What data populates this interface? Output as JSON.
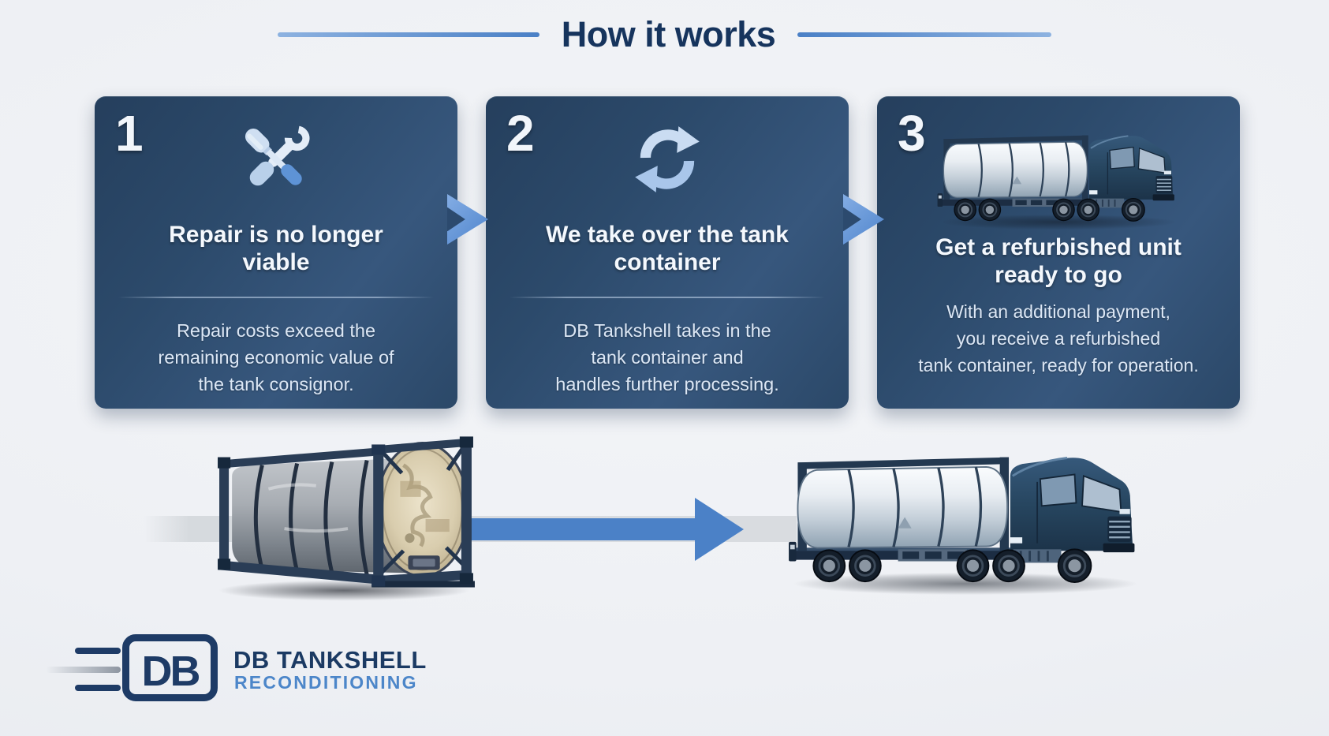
{
  "header": {
    "title": "How it works"
  },
  "steps": [
    {
      "number": "1",
      "icon": "crossed-tools-icon",
      "title_lines": [
        "Repair is no longer",
        "viable"
      ],
      "body_lines": [
        "Repair costs exceed the",
        "remaining economic value of",
        "the tank consignor."
      ]
    },
    {
      "number": "2",
      "icon": "cycle-arrows-icon",
      "title_lines": [
        "We take over the tank",
        "container"
      ],
      "body_lines": [
        "DB Tankshell takes in the",
        "tank container and",
        "handles further processing."
      ]
    },
    {
      "number": "3",
      "icon": "tank-truck-illustration",
      "title_lines": [
        "Get a refurbished unit",
        "ready to go"
      ],
      "body_lines": [
        "With an additional payment,",
        "you receive a refurbished",
        "tank container, ready for operation."
      ]
    }
  ],
  "flow": {
    "before_illustration": "weathered-tank-container",
    "arrow_icon": "right-arrow",
    "after_illustration": "refurbished-tank-truck"
  },
  "logo": {
    "monogram": "DB",
    "name": "DB TANKSHELL",
    "tagline": "RECONDITIONING"
  },
  "colors": {
    "background": "#eef0f4",
    "card_navy": "#2c4a6b",
    "title_navy": "#16345d",
    "accent_blue": "#4b81c7",
    "light_icon_blue": "#cadcf2",
    "logo_navy": "#1e3b66",
    "tagline_blue": "#4c86c9"
  }
}
